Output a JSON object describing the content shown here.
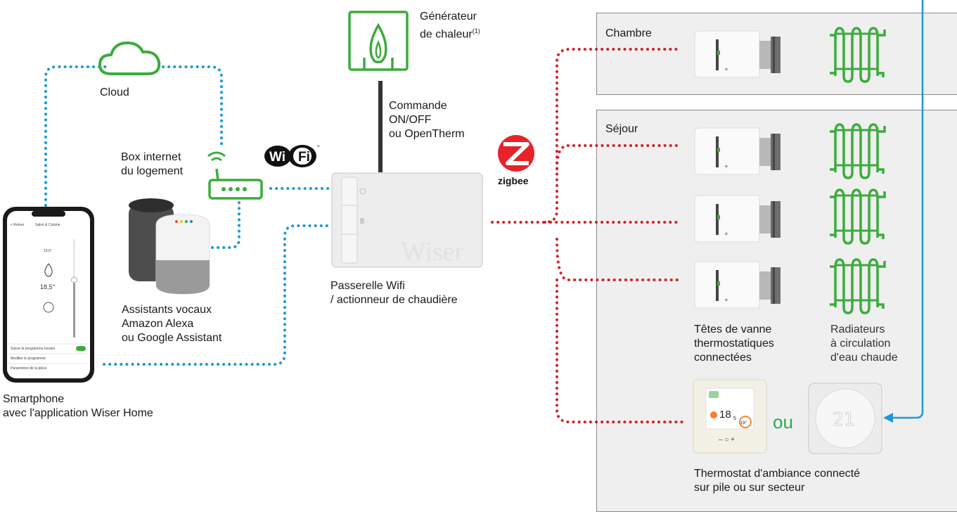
{
  "labels": {
    "cloud": "Cloud",
    "box": [
      "Box internet",
      "du logement"
    ],
    "voice": [
      "Assistants vocaux",
      "Amazon Alexa",
      "ou Google Assistant"
    ],
    "smartphone": [
      "Smartphone",
      "avec l'application Wiser Home"
    ],
    "generator": [
      "Générateur",
      "de chaleur"
    ],
    "generator_note": "(1)",
    "command": [
      "Commande",
      "ON/OFF",
      "ou OpenTherm"
    ],
    "gateway": [
      "Passerelle Wifi",
      "/ actionneur de chaudière"
    ],
    "gateway_brand": "Wiser",
    "wifi": "Wi Fi",
    "zigbee": "zigbee",
    "room1": "Chambre",
    "room2": "Séjour",
    "valves": [
      "Têtes de vanne",
      "thermostatiques",
      "connectées"
    ],
    "radiators": [
      "Radiateurs",
      "à circulation",
      "d'eau chaude"
    ],
    "ou": "ou",
    "thermostat": "Thermostat d'ambiance connecté",
    "thermostat_sub": "sur pile ou sur secteur",
    "thermostat_display": "18",
    "thermostat_decimal": "5",
    "thermostat_setpoint": "19°",
    "thermostat_buttons": "– ○ +",
    "dial_display": "21"
  },
  "app": {
    "title": "Salon & Cuisine",
    "back": "< Retour",
    "setpoint_small": "19,5°",
    "temperature": "18,5°",
    "menu": [
      "Suivre le programme horaire",
      "Modifier le programme",
      "Paramètres de la pièce"
    ]
  },
  "colors": {
    "wifi_link": "#1b9ad6",
    "zigbee_link": "#d2232a",
    "icon_green": "#3cab3c",
    "zigbee_red": "#e6232a",
    "arrow_blue": "#1b9ad6"
  }
}
